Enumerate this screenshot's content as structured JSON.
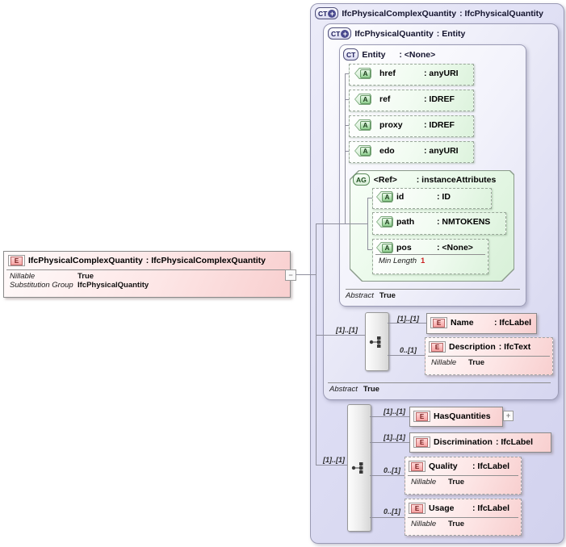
{
  "badges": {
    "e": "E",
    "a": "A",
    "ct": "CT",
    "ag": "AG",
    "plus": "+",
    "minus": "−",
    "expand": "+"
  },
  "colors": {
    "element_fill": "#f8cfcf",
    "attribute_fill": "#ddf3dd",
    "complextype_fill": "#d2d2ee",
    "facet_value_red": "#cc2222"
  },
  "element": {
    "name": "IfcPhysicalComplexQuantity",
    "type": ": IfcPhysicalComplexQuantity",
    "facet1_label": "Nillable",
    "facet1_value": "True",
    "facet2_label": "Substitution Group",
    "facet2_value": "IfcPhysicalQuantity"
  },
  "complexType": {
    "name": "IfcPhysicalComplexQuantity",
    "type": ": IfcPhysicalQuantity"
  },
  "baseType": {
    "name": "IfcPhysicalQuantity",
    "type": ": Entity",
    "abstract_label": "Abstract",
    "abstract_value": "True"
  },
  "entity": {
    "name": "Entity",
    "type": ": <None>",
    "abstract_label": "Abstract",
    "abstract_value": "True",
    "attributes": [
      {
        "name": "href",
        "type": ": anyURI"
      },
      {
        "name": "ref",
        "type": ": IDREF"
      },
      {
        "name": "proxy",
        "type": ": IDREF"
      },
      {
        "name": "edo",
        "type": ": anyURI"
      }
    ],
    "attrGroup": {
      "name": "<Ref>",
      "type": ": instanceAttributes",
      "attributes": [
        {
          "name": "id",
          "type": ": ID"
        },
        {
          "name": "path",
          "type": ": NMTOKENS"
        },
        {
          "name": "pos",
          "type": ": <None>",
          "facet_label": "Min Length",
          "facet_value": "1"
        }
      ]
    }
  },
  "seq1": {
    "cardinality": "[1]..[1]",
    "children": [
      {
        "name": "Name",
        "type": ": IfcLabel",
        "cardinality": "[1]..[1]"
      },
      {
        "name": "Description",
        "type": ": IfcText",
        "cardinality": "0..[1]",
        "facet_label": "Nillable",
        "facet_value": "True"
      }
    ]
  },
  "seq2": {
    "cardinality": "[1]..[1]",
    "children": [
      {
        "name": "HasQuantities",
        "type": "",
        "cardinality": "[1]..[1]"
      },
      {
        "name": "Discrimination",
        "type": ": IfcLabel",
        "cardinality": "[1]..[1]"
      },
      {
        "name": "Quality",
        "type": ": IfcLabel",
        "cardinality": "0..[1]",
        "facet_label": "Nillable",
        "facet_value": "True"
      },
      {
        "name": "Usage",
        "type": ": IfcLabel",
        "cardinality": "0..[1]",
        "facet_label": "Nillable",
        "facet_value": "True"
      }
    ]
  }
}
